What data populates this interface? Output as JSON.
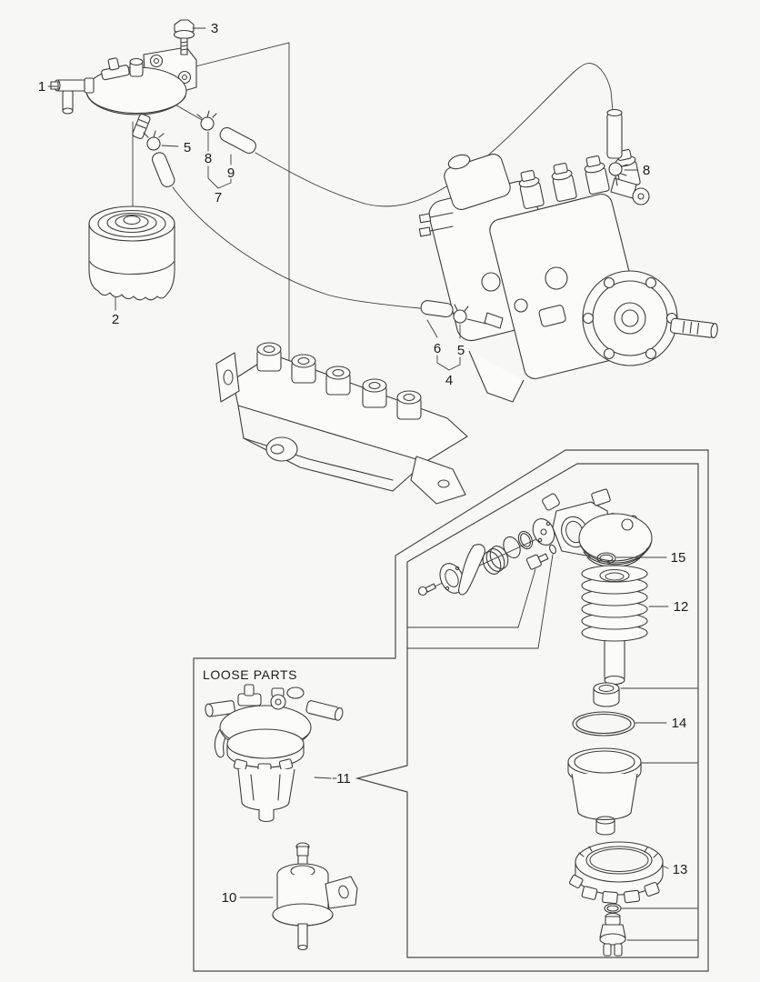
{
  "palette": {
    "background": "#f7f7f5",
    "line": "#3c3c3c",
    "text": "#1c1c1c"
  },
  "diagram": {
    "loose_parts_title": "LOOSE PARTS",
    "callouts": {
      "c1": "1",
      "c2": "2",
      "c3": "3",
      "c4": "4",
      "c5a": "5",
      "c5b": "5",
      "c6": "6",
      "c7": "7",
      "c8a": "8",
      "c8b": "8",
      "c9": "9",
      "c10": "10",
      "c11": "11",
      "c12": "12",
      "c13": "13",
      "c14": "14",
      "c15": "15"
    }
  }
}
